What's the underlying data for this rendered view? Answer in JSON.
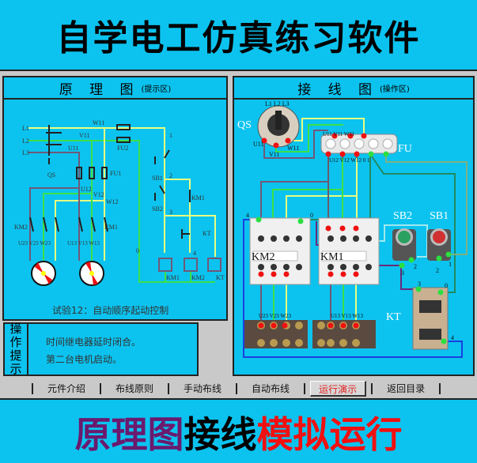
{
  "title": "自学电工仿真练习软件",
  "left_panel": {
    "title": "原 理 图",
    "subtitle": "(提示区)",
    "caption": "试验12：自动顺序起动控制",
    "labels": {
      "l1": "L1",
      "l2": "L2",
      "l3": "L3",
      "w11": "W11",
      "v11": "V11",
      "u11": "U11",
      "qs": "QS",
      "fu1": "FU1",
      "fu2": "FU2",
      "u12": "U12",
      "v12": "V12",
      "w12": "W12",
      "km2": "KM2",
      "km1": "KM1",
      "m2": "U23 V23 W23",
      "m1": "U13 V13 W13",
      "n1": "1",
      "n2": "2",
      "n3": "3",
      "n4": "4",
      "n0": "0",
      "sb1": "SB1",
      "sb2": "SB2",
      "km1c": "KM1",
      "kt": "KT",
      "c1": "KM1",
      "c2": "KM2",
      "c3": "KT"
    }
  },
  "right_panel": {
    "title": "接 线 图",
    "subtitle": "(操作区)",
    "labels": {
      "qs": "QS",
      "l": "L1 L2 L3",
      "u11": "U11",
      "v11": "V11",
      "w11": "W11",
      "fu_top": "U11 V11 W11",
      "fu": "FU",
      "fu_bot": "U12 V12 W12 0  1",
      "km2": "KM2",
      "km1": "KM1",
      "sb2": "SB2",
      "sb1": "SB1",
      "kt": "KT",
      "t1": "U23 V23 W23",
      "t2": "U13 V13 W13",
      "n4": "4",
      "n0": "0",
      "n3": "3",
      "n2": "2",
      "n2b": "2",
      "n1": "1",
      "kt3": "3",
      "kt0": "0",
      "kt4": "4"
    }
  },
  "tip": {
    "label": [
      "操",
      "作",
      "提",
      "示"
    ],
    "lines": [
      "时间继电器延时闭合。",
      "第二台电机启动。"
    ]
  },
  "buttons": [
    "元件介绍",
    "布线原则",
    "手动布线",
    "自动布线",
    "运行演示",
    "返回目录"
  ],
  "active_button": "运行演示",
  "bottom": {
    "part1": "原理图",
    "part2": "接线",
    "part3": "模拟运行"
  }
}
